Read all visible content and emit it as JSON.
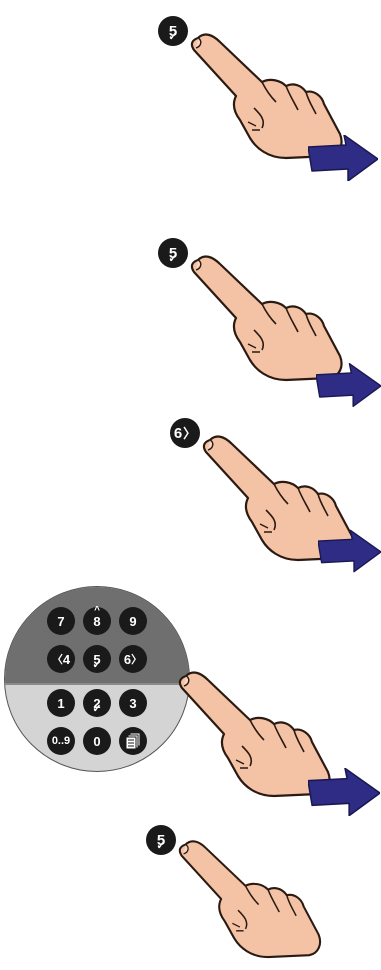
{
  "steps": [
    {
      "button_label": "5",
      "mark": "down"
    },
    {
      "button_label": "5",
      "mark": "down"
    },
    {
      "button_label": "6",
      "mark": "right"
    },
    {
      "button_label": "",
      "mark": ""
    },
    {
      "button_label": "5",
      "mark": "down"
    }
  ],
  "keypad": {
    "rows": [
      [
        "7",
        "8",
        "9"
      ],
      [
        "4",
        "5",
        "6"
      ],
      [
        "1",
        "2",
        "3"
      ],
      [
        "0..9",
        "0",
        ""
      ]
    ]
  },
  "colors": {
    "arrow": "#2e2c84",
    "skin": "#f4c2a4",
    "button": "#1a1a1a",
    "keypad_dark": "#6f6f6f",
    "keypad_light": "#d4d4d4"
  },
  "icons": {
    "hand": "pointing-hand-icon",
    "arrow": "right-arrow-icon",
    "memory": "document-stack-icon"
  }
}
